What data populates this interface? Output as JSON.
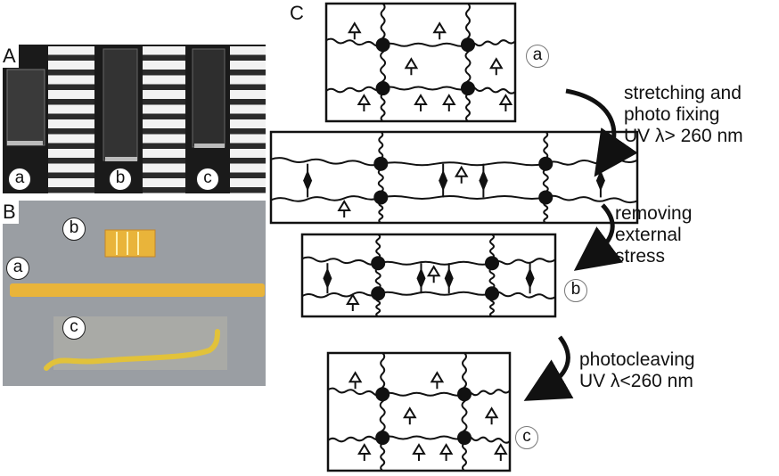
{
  "panels": {
    "A": {
      "label": "A",
      "samples": [
        "a",
        "b",
        "c"
      ]
    },
    "B": {
      "label": "B",
      "samples": [
        "b",
        "a",
        "c"
      ]
    },
    "C": {
      "label": "C",
      "states": [
        "a",
        "b",
        "c"
      ]
    }
  },
  "steps": {
    "step1": {
      "line1": "stretching and",
      "line2": "photo fixing",
      "line3": "UV λ> 260 nm"
    },
    "step2": {
      "line1": "removing",
      "line2": "external",
      "line3": "stress"
    },
    "step3": {
      "line1": "photocleaving",
      "line2": "UV λ<260 nm"
    }
  },
  "colors": {
    "strip": "#e9b43a",
    "background_B": "#9a9ea3"
  }
}
